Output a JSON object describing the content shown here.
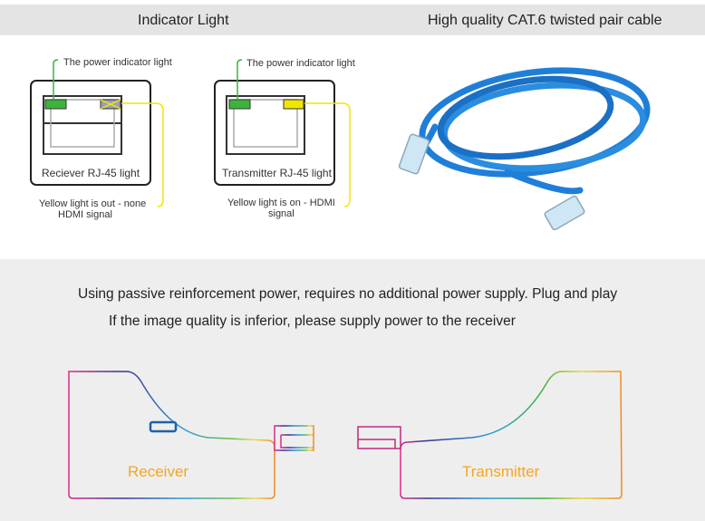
{
  "header": {
    "left_title": "Indicator Light",
    "right_title": "High quality CAT.6 twisted pair cable"
  },
  "receiver_panel": {
    "power_label": "The  power indicator light",
    "port_label": "Reciever RJ-45 light",
    "note_line1": "Yellow light is out - none",
    "note_line2": "HDMI signal"
  },
  "transmitter_panel": {
    "power_label": "The  power indicator light",
    "port_label": "Transmitter RJ-45  light",
    "note_line1": "Yellow light is on - HDMI",
    "note_line2": "signal"
  },
  "info": {
    "line1": "Using passive reinforcement power, requires no additional power supply. Plug and play",
    "line2": "If the image quality is inferior, please supply power to the receiver"
  },
  "devices": {
    "receiver_label": "Receiver",
    "transmitter_label": "Transmitter"
  },
  "colors": {
    "green_led": "#3cb43c",
    "yellow_led": "#f2e600",
    "cable_blue": "#1f7fd8",
    "label_orange": "#f5a623"
  }
}
